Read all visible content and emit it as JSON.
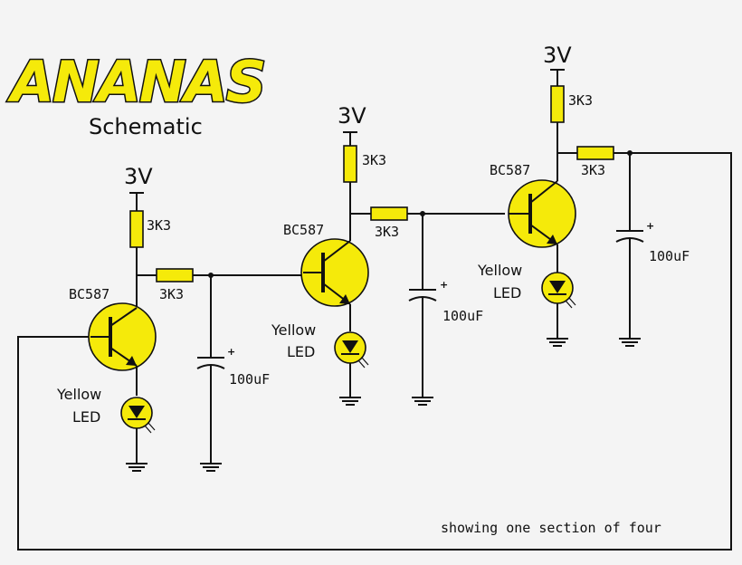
{
  "logo": {
    "text": "ANANAS"
  },
  "subtitle": "Schematic",
  "caption": "showing one section of four",
  "supply_label": "3V",
  "resistor_value": "3K3",
  "transistor_part": "BC587",
  "led_color": "Yellow",
  "led_label": "LED",
  "capacitor_value": "100uF",
  "capacitor_polarity": "+",
  "colors": {
    "component_fill": "#f5ea0a",
    "ink": "#111111",
    "background": "#f4f4f4"
  },
  "icons": [
    "resistor-icon",
    "npn-transistor-icon",
    "led-icon",
    "polarized-capacitor-icon",
    "ground-icon"
  ]
}
